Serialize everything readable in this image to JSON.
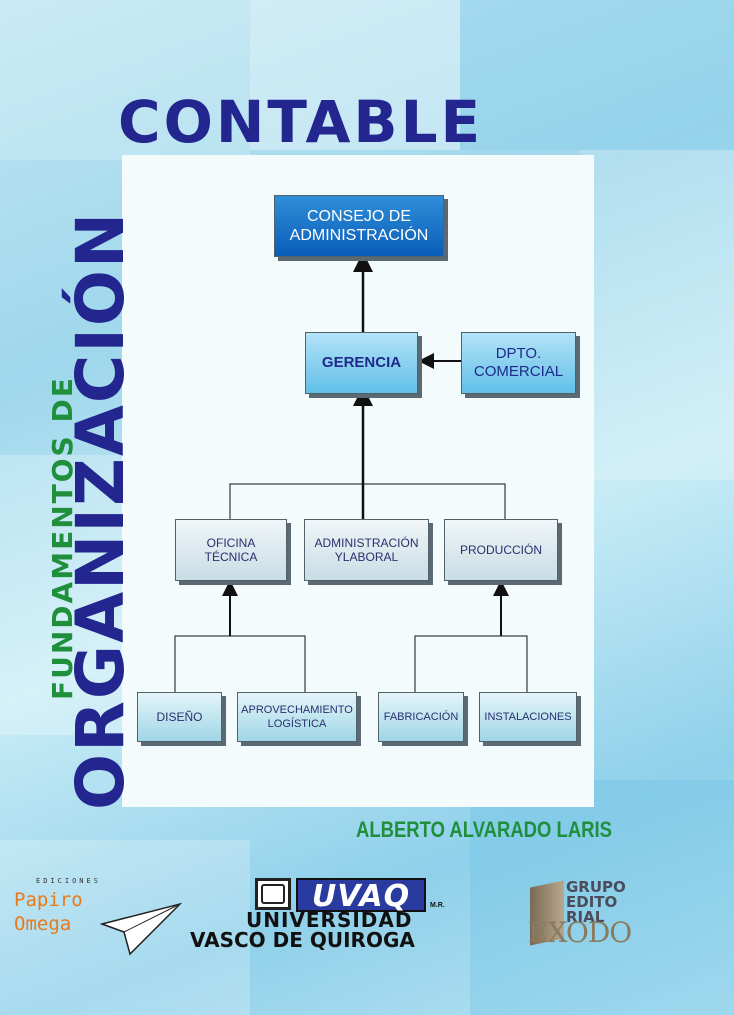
{
  "cover": {
    "title_top": "CONTABLE",
    "title_vertical_small": "FUNDAMENTOS DE",
    "title_vertical_large": "ORGANIZACIÓN",
    "author": "ALBERTO ALVARADO LARIS",
    "colors": {
      "navy": "#22268e",
      "green": "#1f8f3c",
      "sky": "#9fd7ec"
    }
  },
  "orgchart": {
    "consejo": "CONSEJO DE\nADMINISTRACIÓN",
    "gerencia": "GERENCIA",
    "comercial": "DPTO.\nCOMERCIAL",
    "oficina": "OFICINA\nTÉCNICA",
    "admin": "ADMINISTRACIÓN\nYLABORAL",
    "produccion": "PRODUCCIÓN",
    "diseno": "DISEÑO",
    "aprovechamiento": "APROVECHAMIENTO\nLOGÍSTICA",
    "fabricacion": "FABRICACIÓN",
    "instalaciones": "INSTALACIONES"
  },
  "logos": {
    "papiro_small": "EDICIONES",
    "papiro": "Papiro\nOmega",
    "uvaq": "UVAQ",
    "uvaq_mark": "M.R.",
    "university_line1": "UNIVERSIDAD",
    "university_line2": "VASCO DE QUIROGA",
    "grupo": "GRUPO\nEDITO\nRIAL",
    "exodo": "EXODO"
  }
}
